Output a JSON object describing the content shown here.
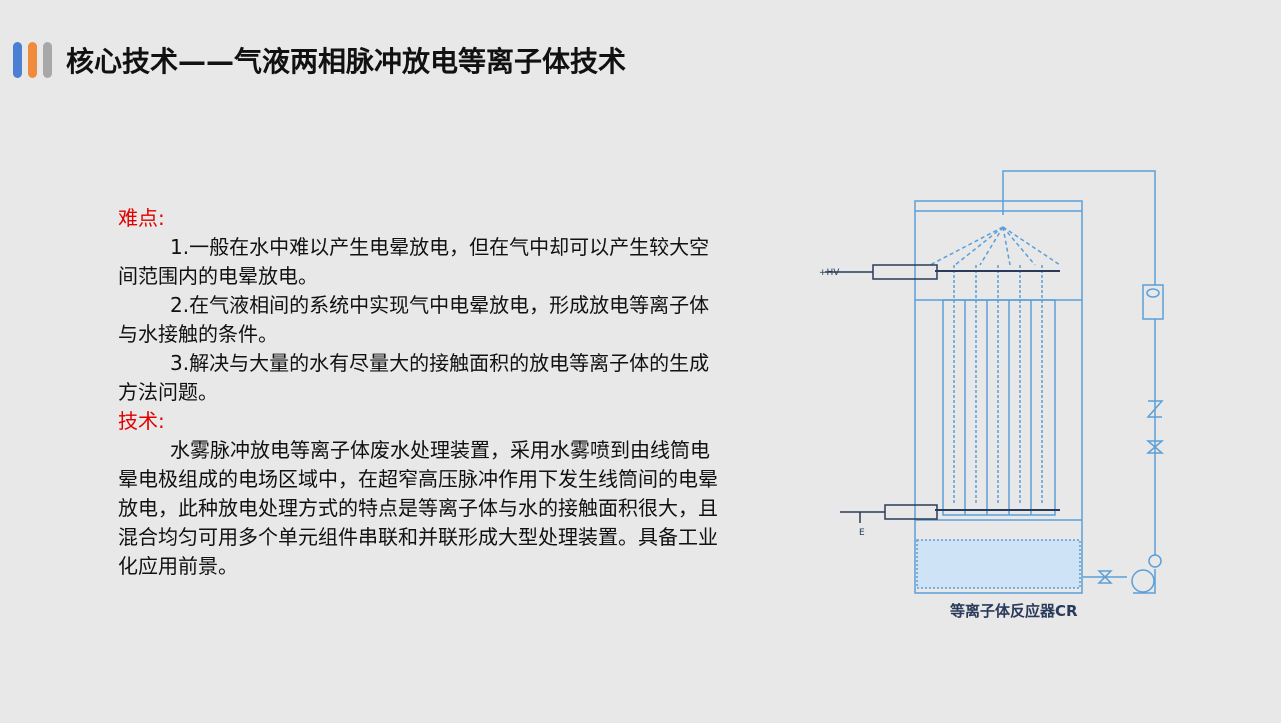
{
  "header": {
    "title": "核心技术——气液两相脉冲放电等离子体技术",
    "accent_colors": [
      "#4a7fd4",
      "#f08a3c",
      "#a8a8a8"
    ]
  },
  "content": {
    "difficulty_heading": "难点:",
    "difficulty_items": [
      "1.一般在水中难以产生电晕放电，但在气中却可以产生较大空间范围内的电晕放电。",
      "2.在气液相间的系统中实现气中电晕放电，形成放电等离子体与水接触的条件。",
      "3.解决与大量的水有尽量大的接触面积的放电等离子体的生成方法问题。"
    ],
    "tech_heading": "技术:",
    "tech_paragraph": "水雾脉冲放电等离子体废水处理装置，采用水雾喷到由线筒电晕电极组成的电场区域中，在超窄高压脉冲作用下发生线筒间的电晕放电，此种放电处理方式的特点是等离子体与水的接触面积很大，且混合均匀可用多个单元组件串联和并联形成大型处理装置。具备工业化应用前景。"
  },
  "diagram": {
    "caption": "等离子体反应器CR",
    "label_hv": "+HV",
    "label_e": "E",
    "line_color": "#5a9fd8",
    "dark_color": "#2a3a5a"
  }
}
